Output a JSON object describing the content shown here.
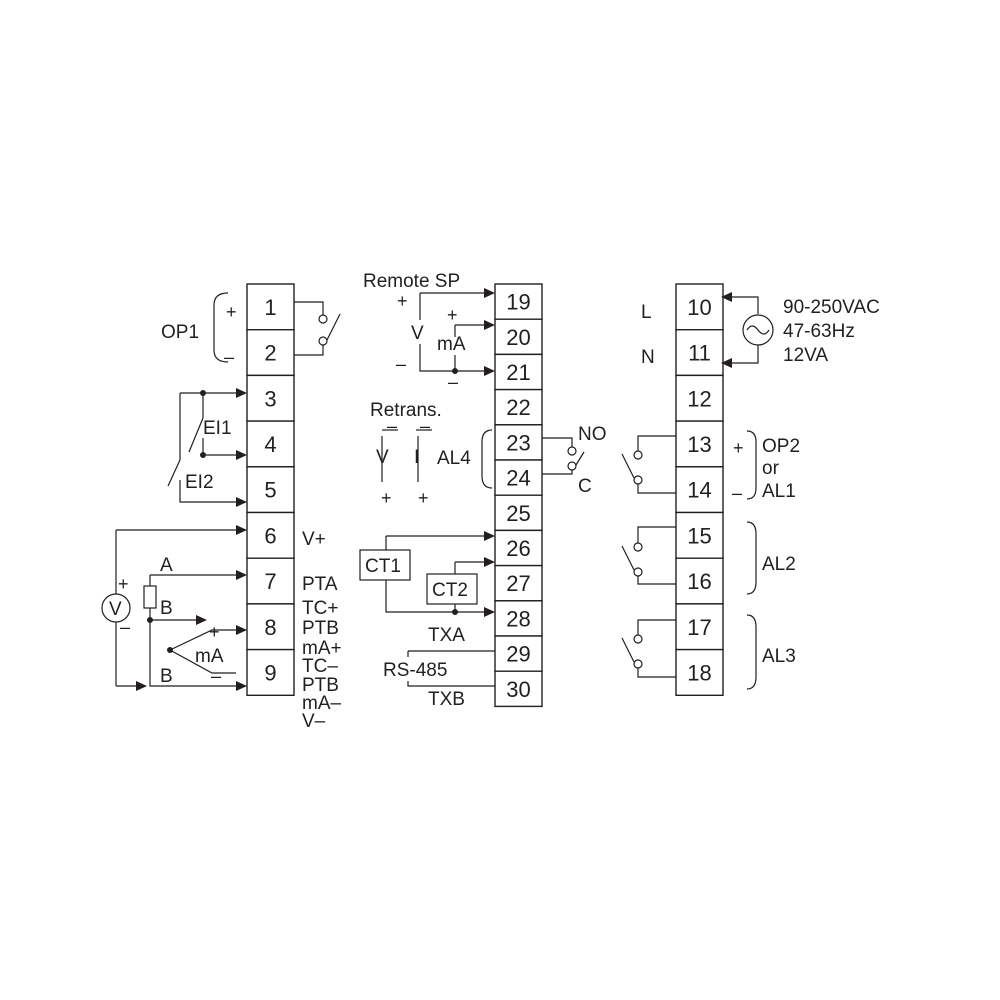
{
  "colors": {
    "ink": "#231f20",
    "background": "#ffffff"
  },
  "terminals": {
    "left": [
      "1",
      "2",
      "3",
      "4",
      "5",
      "6",
      "7",
      "8",
      "9"
    ],
    "middle": [
      "19",
      "20",
      "21",
      "22",
      "23",
      "24",
      "25",
      "26",
      "27",
      "28",
      "29",
      "30"
    ],
    "right": [
      "10",
      "11",
      "12",
      "13",
      "14",
      "15",
      "16",
      "17",
      "18"
    ]
  },
  "left_labels": {
    "op1": "OP1",
    "op1_plus": "+",
    "op1_minus": "–",
    "ei1": "EI1",
    "ei2": "EI2",
    "v_plus": "V+",
    "pta": "PTA",
    "tc_plus": "TC+",
    "ptb1": "PTB",
    "ma_plus": "mA+",
    "tc_minus": "TC–",
    "ptb2": "PTB",
    "ma_minus": "mA–",
    "v_minus": "V–",
    "a": "A",
    "b1": "B",
    "b2": "B",
    "v_source": "V",
    "v_src_plus": "+",
    "v_src_minus": "–",
    "ma_source": "mA",
    "ma_src_plus": "+",
    "ma_src_minus": "–"
  },
  "middle_labels": {
    "remote_sp": "Remote SP",
    "rsp_plus": "+",
    "rsp_v": "V",
    "rsp_ma_plus": "+",
    "rsp_ma": "mA",
    "rsp_minus1": "–",
    "rsp_minus2": "–",
    "retrans": "Retrans.",
    "ret_minus1": "–",
    "ret_minus2": "–",
    "ret_v": "V",
    "ret_i": "I",
    "ret_plus1": "+",
    "ret_plus2": "+",
    "al4": "AL4",
    "no": "NO",
    "c": "C",
    "ct1": "CT1",
    "ct2": "CT2",
    "txa": "TXA",
    "rs485": "RS-485",
    "txb": "TXB"
  },
  "right_labels": {
    "l": "L",
    "n": "N",
    "supply_voltage": "90-250VAC",
    "supply_freq": "47-63Hz",
    "supply_power": "12VA",
    "op2": "OP2",
    "or": "or",
    "al1": "AL1",
    "op2_plus": "+",
    "op2_minus": "–",
    "al2": "AL2",
    "al3": "AL3"
  }
}
